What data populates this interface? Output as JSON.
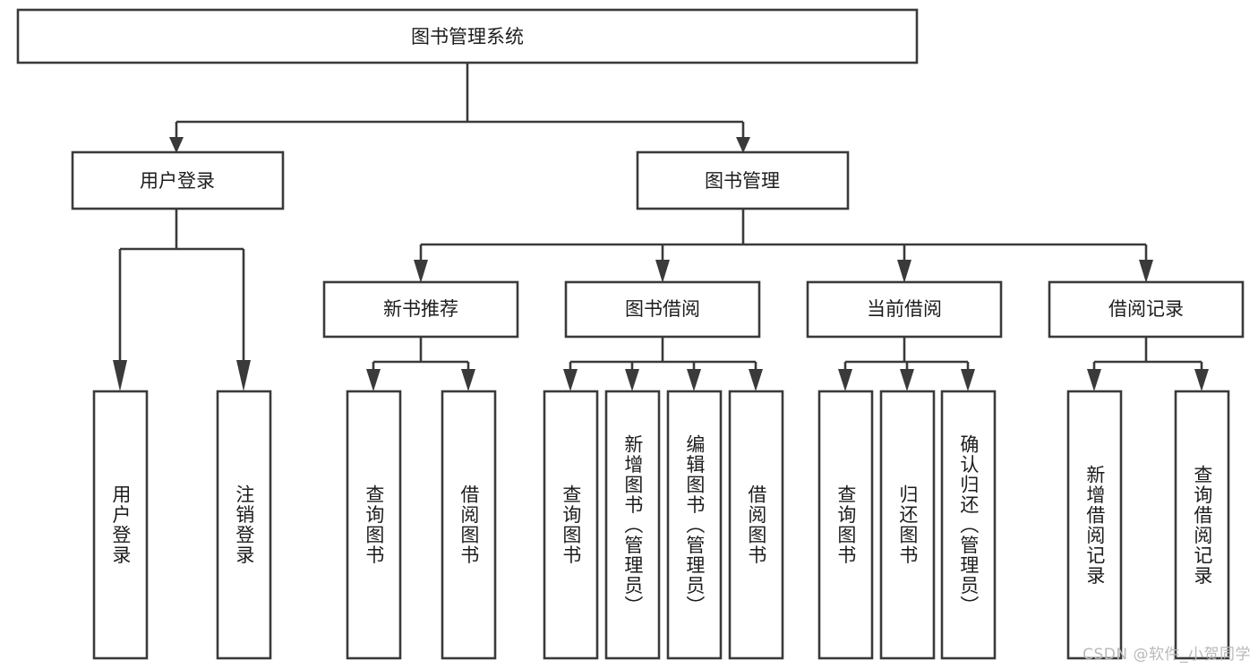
{
  "diagram": {
    "type": "tree-hierarchy",
    "title": "图书管理系统",
    "watermark": "CSDN @软件_小贺同学",
    "colors": {
      "stroke": "#3a3a3a",
      "fill": "#ffffff",
      "text": "#1c1c1c",
      "watermark": "#b9b9b9"
    },
    "nodes": {
      "root": {
        "label": "图书管理系统",
        "orientation": "horizontal"
      },
      "level2": [
        {
          "label": "用户登录",
          "orientation": "horizontal"
        },
        {
          "label": "图书管理",
          "orientation": "horizontal"
        }
      ],
      "level3": [
        {
          "label": "新书推荐",
          "orientation": "horizontal"
        },
        {
          "label": "图书借阅",
          "orientation": "horizontal"
        },
        {
          "label": "当前借阅",
          "orientation": "horizontal"
        },
        {
          "label": "借阅记录",
          "orientation": "horizontal"
        }
      ],
      "leaves": {
        "user_login": [
          {
            "label": "用户登录",
            "orientation": "vertical"
          },
          {
            "label": "注销登录",
            "orientation": "vertical"
          }
        ],
        "new_book_rec": [
          {
            "label": "查询图书",
            "orientation": "vertical"
          },
          {
            "label": "借阅图书",
            "orientation": "vertical"
          }
        ],
        "book_borrow": [
          {
            "label": "查询图书",
            "orientation": "vertical"
          },
          {
            "label": "新增图书（管理员）",
            "orientation": "vertical"
          },
          {
            "label": "编辑图书（管理员）",
            "orientation": "vertical"
          },
          {
            "label": "借阅图书",
            "orientation": "vertical"
          }
        ],
        "current_borrow": [
          {
            "label": "查询图书",
            "orientation": "vertical"
          },
          {
            "label": "归还图书",
            "orientation": "vertical"
          },
          {
            "label": "确认归还（管理员）",
            "orientation": "vertical"
          }
        ],
        "borrow_record": [
          {
            "label": "新增借阅记录",
            "orientation": "vertical"
          },
          {
            "label": "查询借阅记录",
            "orientation": "vertical"
          }
        ]
      }
    }
  }
}
